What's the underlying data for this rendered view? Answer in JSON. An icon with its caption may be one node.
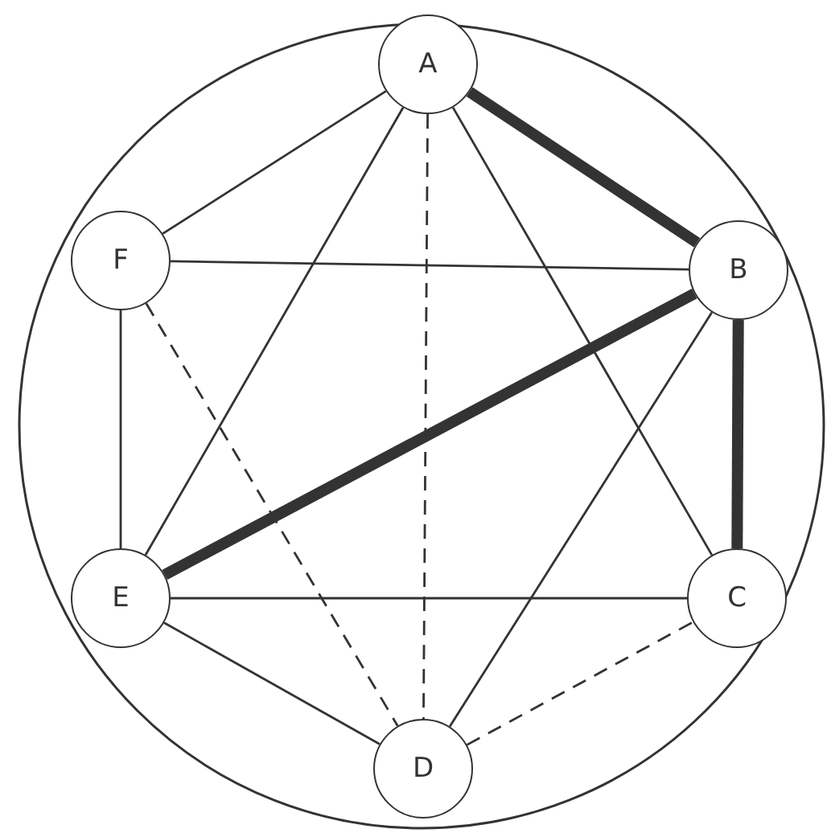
{
  "diagram": {
    "nodes": [
      {
        "text": [
          "A"
        ]
      },
      {
        "text": [
          "F"
        ]
      },
      {
        "text": [
          "B"
        ]
      },
      {
        "text": [
          "E"
        ]
      },
      {
        "text": [
          "C"
        ]
      },
      {
        "text": [
          "D"
        ]
      }
    ],
    "edges": [
      {
        "from": 0,
        "to": 2,
        "arrow": "none",
        "style": "thick"
      },
      {
        "from": 0,
        "to": 1,
        "arrow": "none"
      },
      {
        "from": 0,
        "to": 5,
        "arrow": "none",
        "style": "dashed"
      },
      {
        "from": 0,
        "to": 4,
        "arrow": "none"
      },
      {
        "from": 0,
        "to": 3,
        "arrow": "none"
      },
      {
        "from": 1,
        "to": 2,
        "arrow": "none"
      },
      {
        "from": 1,
        "to": 3,
        "arrow": "none"
      },
      {
        "from": 1,
        "to": 5,
        "arrow": "none",
        "style": "dashed"
      },
      {
        "from": 2,
        "to": 3,
        "arrow": "none",
        "style": "thick"
      },
      {
        "from": 2,
        "to": 4,
        "arrow": "none",
        "style": "thick"
      },
      {
        "from": 2,
        "to": 5,
        "arrow": "none"
      },
      {
        "from": 3,
        "to": 4,
        "arrow": "none"
      },
      {
        "from": 3,
        "to": 5,
        "arrow": "none"
      },
      {
        "from": 5,
        "to": 4,
        "arrow": "none",
        "style": "dashed"
      }
    ]
  }
}
